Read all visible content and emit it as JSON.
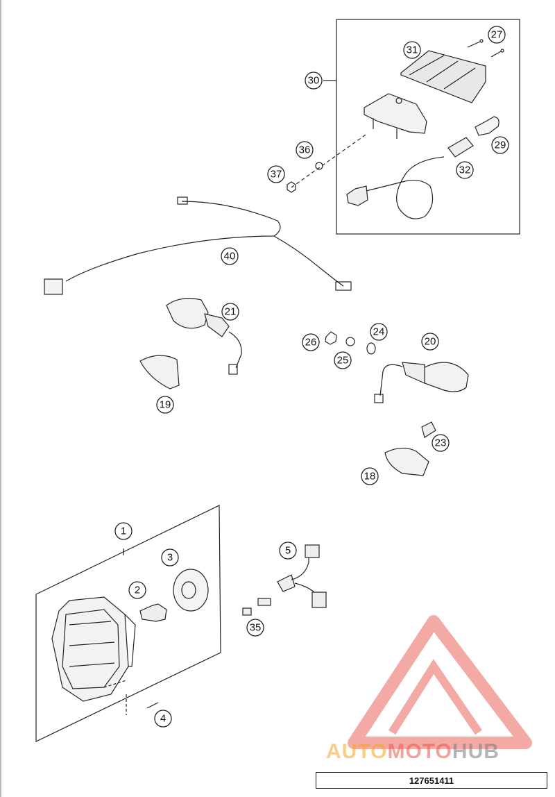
{
  "diagram": {
    "part_labels": [
      "1",
      "2",
      "3",
      "4",
      "5",
      "18",
      "19",
      "20",
      "21",
      "23",
      "24",
      "25",
      "26",
      "27",
      "29",
      "30",
      "31",
      "32",
      "35",
      "36",
      "37",
      "40"
    ],
    "reference_number": "127651411"
  },
  "watermark": {
    "part1": "AUTO",
    "part2": "MOTO",
    "part3": "HUB",
    "colors": {
      "auto": "#f5a623",
      "moto": "#e8574c",
      "hub": "#7a7a7a"
    }
  }
}
